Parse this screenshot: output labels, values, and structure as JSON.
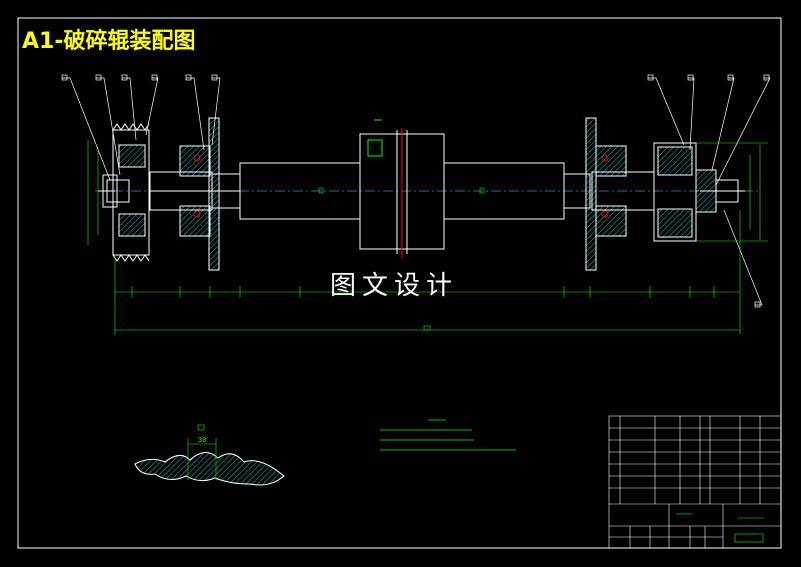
{
  "drawing": {
    "title": "A1-破碎辊装配图",
    "watermark": "图文设计",
    "section_dimension_label": "30"
  },
  "colors": {
    "background": "#000000",
    "frame": "#ffffff",
    "outline": "#ffffff",
    "dimension": "#00ff00",
    "hatch": "#00ffff",
    "centerline": "#ff0000",
    "title_text": "#ffff00",
    "leader_markers": "#ff00ff"
  }
}
